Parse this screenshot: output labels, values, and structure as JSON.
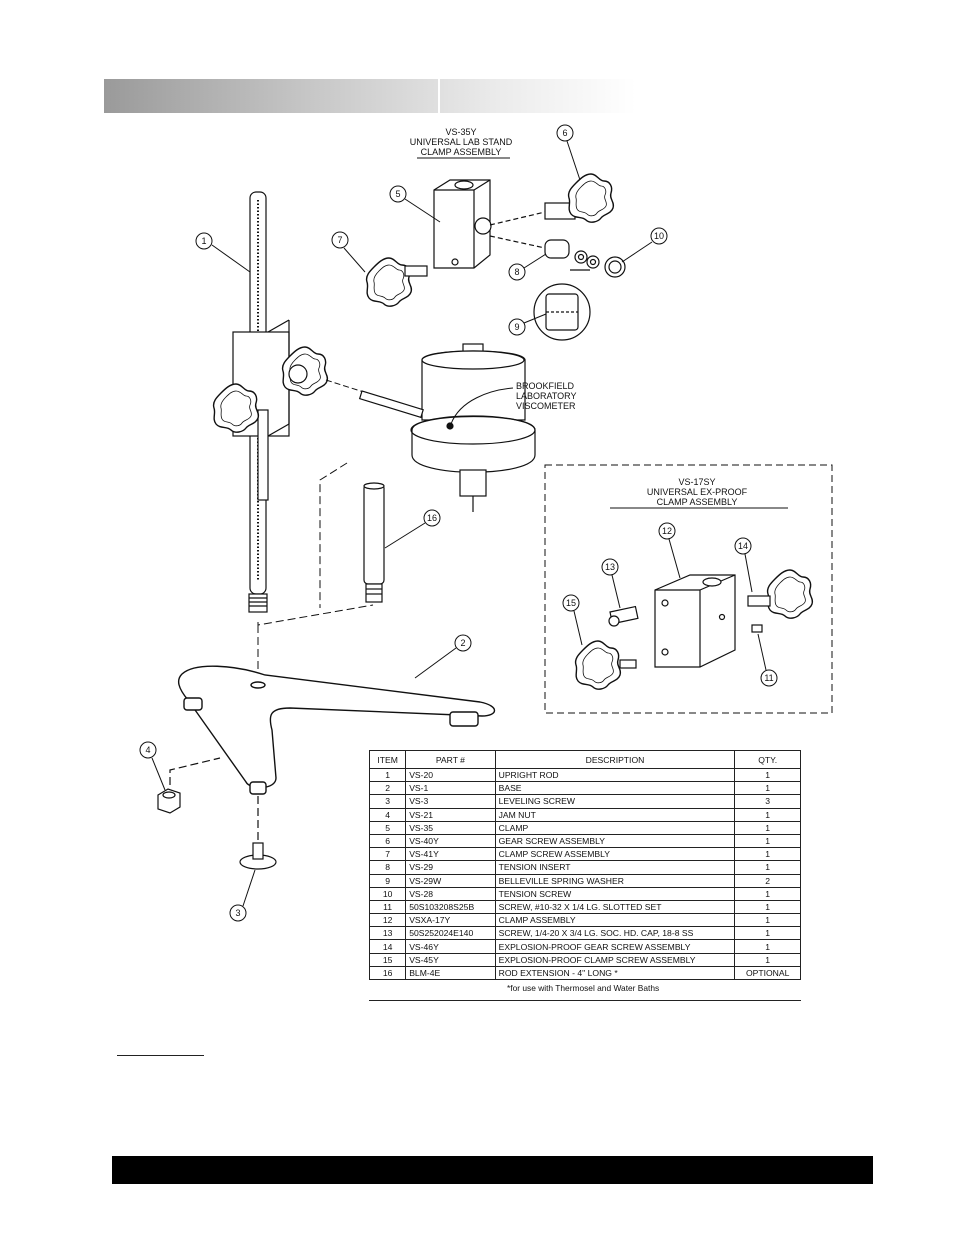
{
  "clamp_vs35y": {
    "line1": "VS-35Y",
    "line2": "UNIVERSAL LAB STAND",
    "line3": "CLAMP ASSEMBLY"
  },
  "clamp_vs17sy": {
    "line1": "VS-17SY",
    "line2": "UNIVERSAL EX-PROOF",
    "line3": "CLAMP ASSEMBLY"
  },
  "viscometer": {
    "line1": "BROOKFIELD",
    "line2": "LABORATORY",
    "line3": "VISCOMETER"
  },
  "callouts": [
    "1",
    "2",
    "3",
    "4",
    "5",
    "6",
    "7",
    "8",
    "9",
    "10",
    "11",
    "12",
    "13",
    "14",
    "15",
    "16"
  ],
  "parts_table": {
    "headers": [
      "ITEM",
      "PART #",
      "DESCRIPTION",
      "QTY."
    ],
    "rows": [
      {
        "item": "1",
        "part": "VS-20",
        "desc": "UPRIGHT ROD",
        "qty": "1"
      },
      {
        "item": "2",
        "part": "VS-1",
        "desc": "BASE",
        "qty": "1"
      },
      {
        "item": "3",
        "part": "VS-3",
        "desc": "LEVELING SCREW",
        "qty": "3"
      },
      {
        "item": "4",
        "part": "VS-21",
        "desc": "JAM NUT",
        "qty": "1"
      },
      {
        "item": "5",
        "part": "VS-35",
        "desc": "CLAMP",
        "qty": "1"
      },
      {
        "item": "6",
        "part": "VS-40Y",
        "desc": "GEAR SCREW ASSEMBLY",
        "qty": "1"
      },
      {
        "item": "7",
        "part": "VS-41Y",
        "desc": "CLAMP SCREW ASSEMBLY",
        "qty": "1"
      },
      {
        "item": "8",
        "part": "VS-29",
        "desc": "TENSION INSERT",
        "qty": "1"
      },
      {
        "item": "9",
        "part": "VS-29W",
        "desc": "BELLEVILLE SPRING WASHER",
        "qty": "2"
      },
      {
        "item": "10",
        "part": "VS-28",
        "desc": "TENSION SCREW",
        "qty": "1"
      },
      {
        "item": "11",
        "part": "50S103208S25B",
        "desc": "SCREW, #10-32 X 1/4 LG. SLOTTED SET",
        "qty": "1"
      },
      {
        "item": "12",
        "part": "VSXA-17Y",
        "desc": "CLAMP ASSEMBLY",
        "qty": "1"
      },
      {
        "item": "13",
        "part": "50S252024E140",
        "desc": "SCREW, 1/4-20 X 3/4 LG. SOC. HD. CAP, 18-8 SS",
        "qty": "1"
      },
      {
        "item": "14",
        "part": "VS-46Y",
        "desc": "EXPLOSION-PROOF GEAR SCREW ASSEMBLY",
        "qty": "1"
      },
      {
        "item": "15",
        "part": "VS-45Y",
        "desc": "EXPLOSION-PROOF CLAMP SCREW ASSEMBLY",
        "qty": "1"
      },
      {
        "item": "16",
        "part": "BLM-4E",
        "desc": "ROD EXTENSION - 4\" LONG *",
        "qty": "OPTIONAL"
      }
    ],
    "footnote": "*for use with Thermosel and Water Baths"
  },
  "colors": {
    "header_dark": "#9a9a9a",
    "footer_band": "#000000",
    "line": "#111111"
  }
}
